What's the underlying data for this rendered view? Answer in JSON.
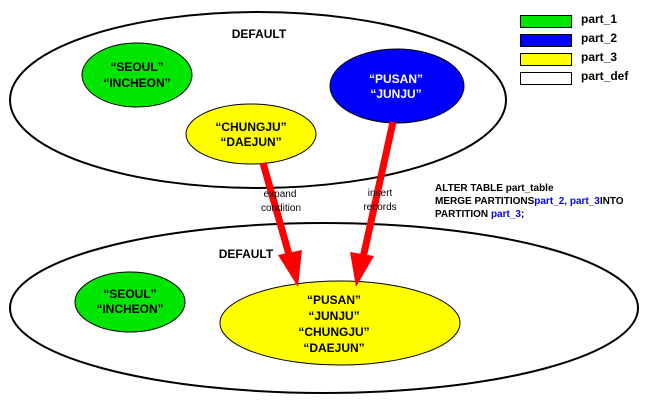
{
  "colors": {
    "part_1": "#00e600",
    "part_2": "#0000ff",
    "part_3": "#ffff00",
    "part_def": "#ffffff",
    "arrow": "#ff0000",
    "highlight": "#0000ff"
  },
  "top": {
    "title": "DEFAULT",
    "part_1_lines": [
      "“SEOUL”",
      "“INCHEON”"
    ],
    "part_2_lines": [
      "“PUSAN”",
      "“JUNJU”"
    ],
    "part_3_lines": [
      "“CHUNGJU”",
      "“DAEJUN”"
    ]
  },
  "bottom": {
    "title": "DEFAULT",
    "part_1_lines": [
      "“SEOUL”",
      "“INCHEON”"
    ],
    "merged_lines": [
      "“PUSAN”",
      "“JUNJU”",
      "“CHUNGJU”",
      "“DAEJUN”"
    ]
  },
  "arrows": {
    "left_label": [
      "expand",
      "condition"
    ],
    "right_label": [
      "insert",
      "records"
    ]
  },
  "legend": [
    {
      "label": "part_1",
      "color": "#00e600"
    },
    {
      "label": "part_2",
      "color": "#0000ff"
    },
    {
      "label": "part_3",
      "color": "#ffff00"
    },
    {
      "label": "part_def",
      "color": "#ffffff"
    }
  ],
  "sql": {
    "line1": "ALTER TABLE part_table",
    "line2_prefix": "MERGE PARTITIONS",
    "line2_parts": "part_2, part_3",
    "line2_suffix": "INTO",
    "line3_prefix": "PARTITION ",
    "line3_part": "part_3",
    "line3_suffix": ";"
  }
}
